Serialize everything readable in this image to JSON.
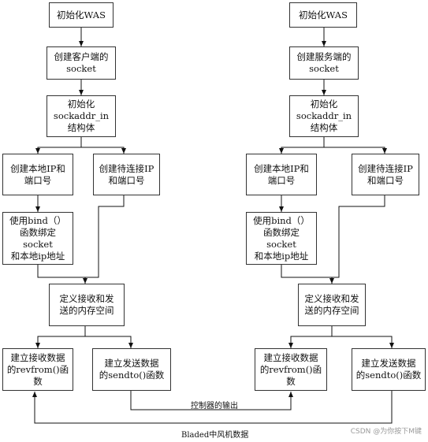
{
  "left": {
    "init_was": "初始化WAS",
    "create_socket": "创建客户端的\nsocket",
    "init_sockaddr": "初始化\nsockaddr_in\n结构体",
    "local_ip": "创建本地IP和\n端口号",
    "remote_ip": "创建待连接IP\n和端口号",
    "bind": "使用bind（）\n函数绑定socket\n和本地ip地址",
    "define_mem": "定义接收和发\n送的内存空间",
    "recvfrom": "建立接收数据\n的revfrom()函\n数",
    "sendto": "建立发送数据\n的sendto()函数"
  },
  "right": {
    "init_was": "初始化WAS",
    "create_socket": "创建服务端的\nsocket",
    "init_sockaddr": "初始化\nsockaddr_in\n结构体",
    "local_ip": "创建本地IP和\n端口号",
    "remote_ip": "创建待连接IP\n和端口号",
    "bind": "使用bind（）\n函数绑定socket\n和本地ip地址",
    "define_mem": "定义接收和发\n送的内存空间",
    "recvfrom": "建立接收数据\n的revfrom()函\n数",
    "sendto": "建立发送数据\n的sendto()函数"
  },
  "labels": {
    "controller_output": "控制器的输出",
    "bladed_data": "Bladed中风机数据"
  },
  "watermark": "CSDN @为你按下M键"
}
